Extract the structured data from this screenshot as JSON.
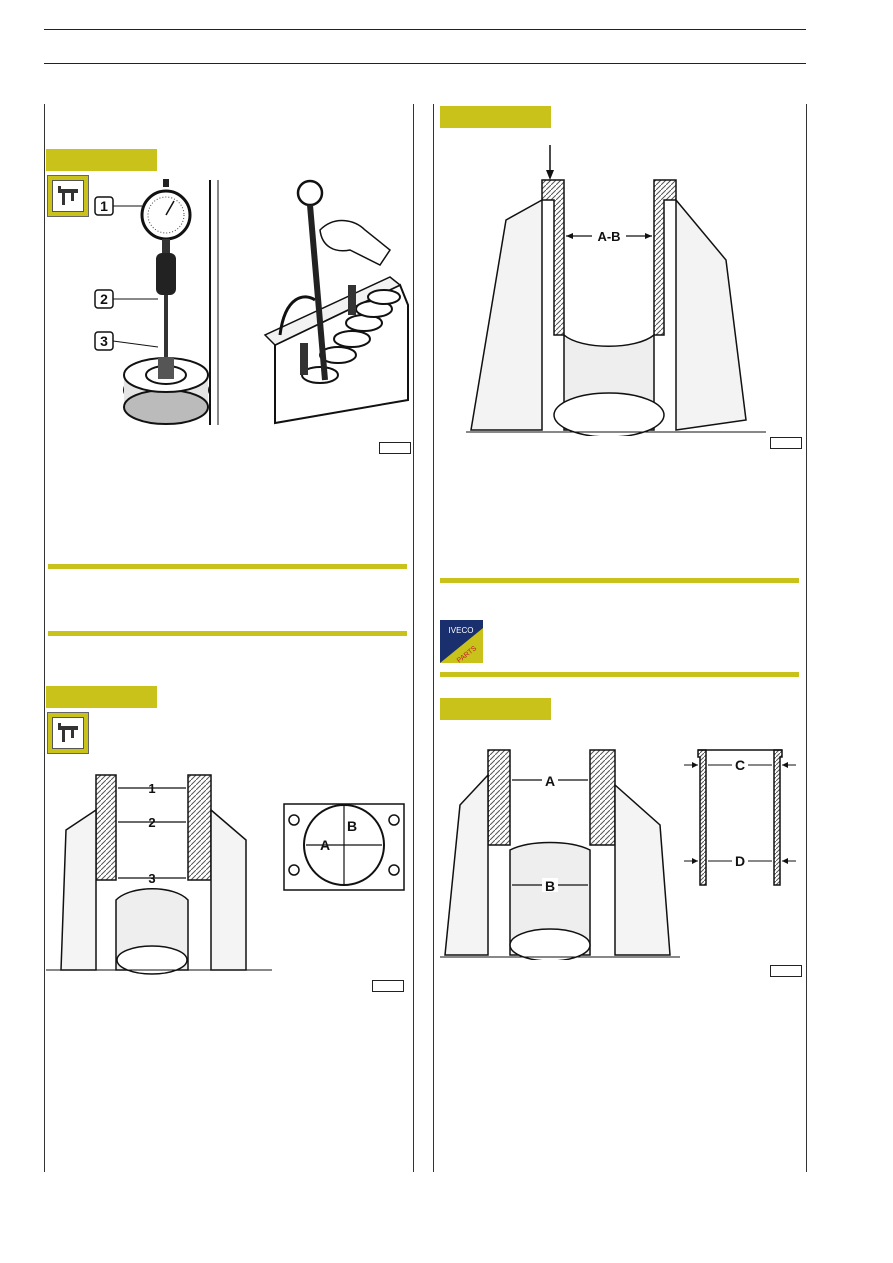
{
  "logo": {
    "top_text": "IVECO",
    "ribbon_text": "PARTS",
    "colors": {
      "top": "#1a2f6e",
      "ribbon": "#c8c21a",
      "ribbon_text": "#c0202a"
    }
  },
  "figures": {
    "fig1": {
      "callouts": [
        "1",
        "2",
        "3"
      ],
      "icon": "caliper-icon"
    },
    "fig2": {
      "measure_label": "A-B"
    },
    "fig3": {
      "callouts": [
        "1",
        "2",
        "3"
      ],
      "diameters": [
        "A",
        "B"
      ],
      "icon": "caliper-icon"
    },
    "fig4": {
      "bore_labels": [
        "A",
        "B"
      ],
      "liner_labels": [
        "C",
        "D"
      ]
    }
  },
  "colors": {
    "accent": "#c8c21a",
    "line": "#222222"
  }
}
